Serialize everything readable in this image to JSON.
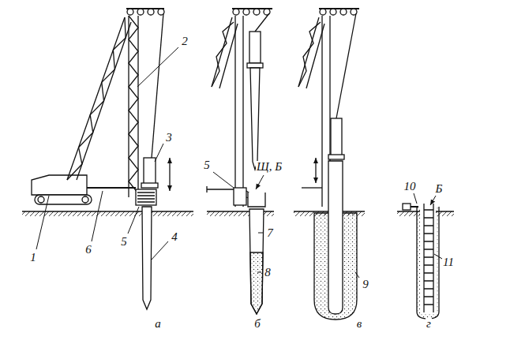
{
  "diagram": {
    "labels": [
      "1",
      "2",
      "3",
      "4",
      "5",
      "6",
      "5",
      "Щ, Б",
      "7",
      "8",
      "9",
      "10",
      "Б",
      "11",
      "а",
      "б",
      "в",
      "г"
    ]
  }
}
